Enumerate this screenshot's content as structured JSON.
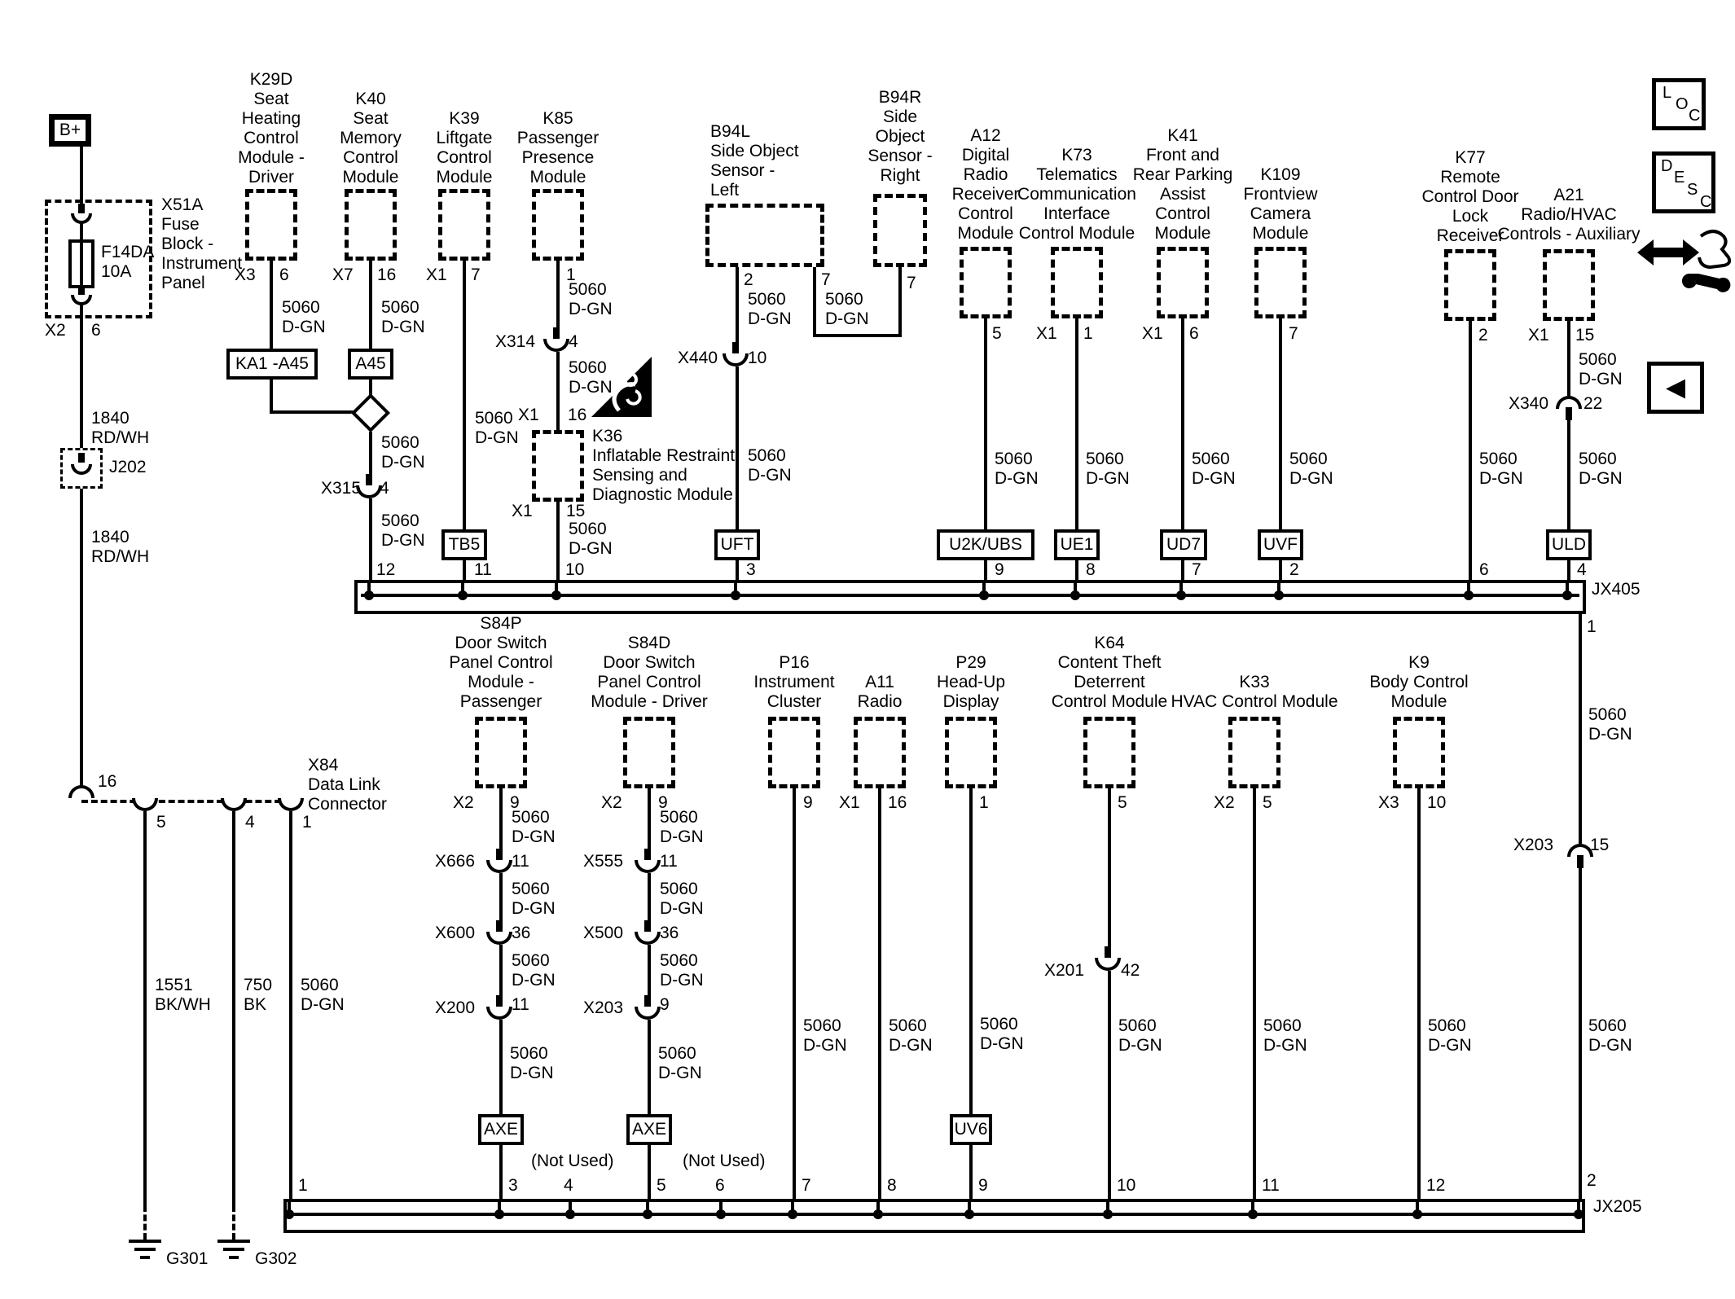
{
  "labels": {
    "bplus": "B+",
    "x51a_title": "X51A\nFuse\nBlock -\nInstrument\nPanel",
    "fuse": "F14DA\n10A",
    "x2": "X2",
    "x3": "X3",
    "x7": "X7",
    "x1": "X1",
    "w1840": "1840\nRD/WH",
    "j202": "J202",
    "w5060": "5060\nD-GN",
    "w1551": "1551\nBK/WH",
    "w750": "750\nBK",
    "x84_title": "X84\nData Link\nConnector",
    "g301": "G301",
    "g302": "G302",
    "k29d_title": "K29D\nSeat\nHeating\nControl\nModule -\nDriver",
    "ka1_a45": "KA1 -A45",
    "k40_title": "K40\nSeat\nMemory\nControl\nModule",
    "a45": "A45",
    "x315": "X315",
    "k39_title": "K39\nLiftgate\nControl\nModule",
    "tb5": "TB5",
    "k85_title": "K85\nPassenger\nPresence\nModule",
    "x314": "X314",
    "k36_title": "K36\nInflatable Restraint\nSensing and\nDiagnostic Module",
    "b94l_title": "B94L\nSide Object\nSensor -\nLeft",
    "b94r_title": "B94R\nSide\nObject\nSensor -\nRight",
    "x440": "X440",
    "uft": "UFT",
    "a12_title": "A12\nDigital\nRadio\nReceiver\nControl\nModule",
    "u2k_ubs": "U2K/UBS",
    "k73_title": "K73\nTelematics\nCommunication\nInterface\nControl Module",
    "ue1": "UE1",
    "k41_title": "K41\nFront and\nRear Parking\nAssist\nControl\nModule",
    "ud7": "UD7",
    "k109_title": "K109\nFrontview\nCamera\nModule",
    "uvf": "UVF",
    "k77_title": "K77\nRemote\nControl Door\nLock\nReceiver",
    "a21_title": "A21\nRadio/HVAC\nControls - Auxiliary",
    "x340": "X340",
    "uld": "ULD",
    "jx405": "JX405",
    "s84p_title": "S84P\nDoor Switch\nPanel Control\nModule -\nPassenger",
    "s84d_title": "S84D\nDoor Switch\nPanel Control\nModule - Driver",
    "x666": "X666",
    "x600": "X600",
    "x200": "X200",
    "x555": "X555",
    "x500": "X500",
    "x203": "X203",
    "x201": "X201",
    "axe": "AXE",
    "p16_title": "P16\nInstrument\nCluster",
    "a11_title": "A11\nRadio",
    "p29_title": "P29\nHead-Up\nDisplay",
    "k64_title": "K64\nContent Theft\nDeterrent\nControl Module",
    "k33_title": "K33\nHVAC Control Module",
    "k9_title": "K9\nBody Control\nModule",
    "uv6": "UV6",
    "jx205": "JX205",
    "not_used": "(Not Used)",
    "n1": "1",
    "n2": "2",
    "n3": "3",
    "n4": "4",
    "n5": "5",
    "n6": "6",
    "n7": "7",
    "n8": "8",
    "n9": "9",
    "n10": "10",
    "n11": "11",
    "n12": "12",
    "n15": "15",
    "n16": "16",
    "n22": "22",
    "n36": "36",
    "n42": "42",
    "loc_l": "L",
    "loc_o": "O",
    "loc_c": "C",
    "desc_d": "D",
    "desc_e": "E",
    "desc_s": "S",
    "desc_c": "C"
  },
  "icons": {
    "back": "◄"
  }
}
